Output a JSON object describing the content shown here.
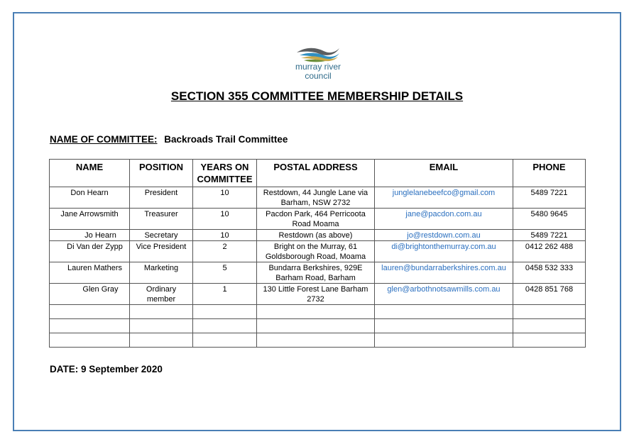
{
  "logo": {
    "line1": "murray river",
    "line2": "council"
  },
  "document": {
    "title": "SECTION 355 COMMITTEE MEMBERSHIP DETAILS",
    "committee_label": "NAME OF COMMITTEE:",
    "committee_name": "Backroads Trail Committee",
    "date_label": "DATE:",
    "date_value": "9 September 2020"
  },
  "table": {
    "headers": {
      "name": "NAME",
      "position": "POSITION",
      "years_line1": "YEARS ON",
      "years_line2": "COMMITTEE",
      "address": "POSTAL ADDRESS",
      "email": "EMAIL",
      "phone": "PHONE"
    },
    "rows": [
      {
        "name": "Don Hearn",
        "position": "President",
        "years": "10",
        "address": "Restdown, 44 Jungle Lane via Barham, NSW 2732",
        "email": "junglelanebeefco@gmail.com",
        "phone": "5489 7221"
      },
      {
        "name": "Jane Arrowsmith",
        "position": "Treasurer",
        "years": "10",
        "address": "Pacdon Park, 464 Perricoota Road Moama",
        "email": "jane@pacdon.com.au",
        "phone": "5480 9645"
      },
      {
        "name": "Jo Hearn",
        "position": "Secretary",
        "years": "10",
        "address": "Restdown (as above)",
        "email": "jo@restdown.com.au",
        "phone": "5489 7221"
      },
      {
        "name": "Di Van der Zypp",
        "position": "Vice President",
        "years": "2",
        "address": "Bright on the Murray, 61 Goldsborough Road, Moama",
        "email": "di@brightonthemurray.com.au",
        "phone": "0412 262 488"
      },
      {
        "name": "Lauren Mathers",
        "position": "Marketing",
        "years": "5",
        "address": "Bundarra Berkshires, 929E Barham Road, Barham",
        "email": "lauren@bundarraberkshires.com.au",
        "phone": "0458 532 333"
      },
      {
        "name": "Glen Gray",
        "position": "Ordinary member",
        "years": "1",
        "address": "130 Little Forest Lane Barham 2732",
        "email": "glen@arbothnotsawmills.com.au",
        "phone": "0428 851 768"
      }
    ]
  },
  "colors": {
    "frame": "#4a7fb5",
    "email_link": "#2a6fbf",
    "logo_text": "#2f6b8a",
    "logo_wave_dark": "#5b5e60",
    "logo_wave_blue": "#2f8fc1",
    "logo_wave_gold": "#c8a84a",
    "logo_wave_green": "#6c8f3a"
  }
}
